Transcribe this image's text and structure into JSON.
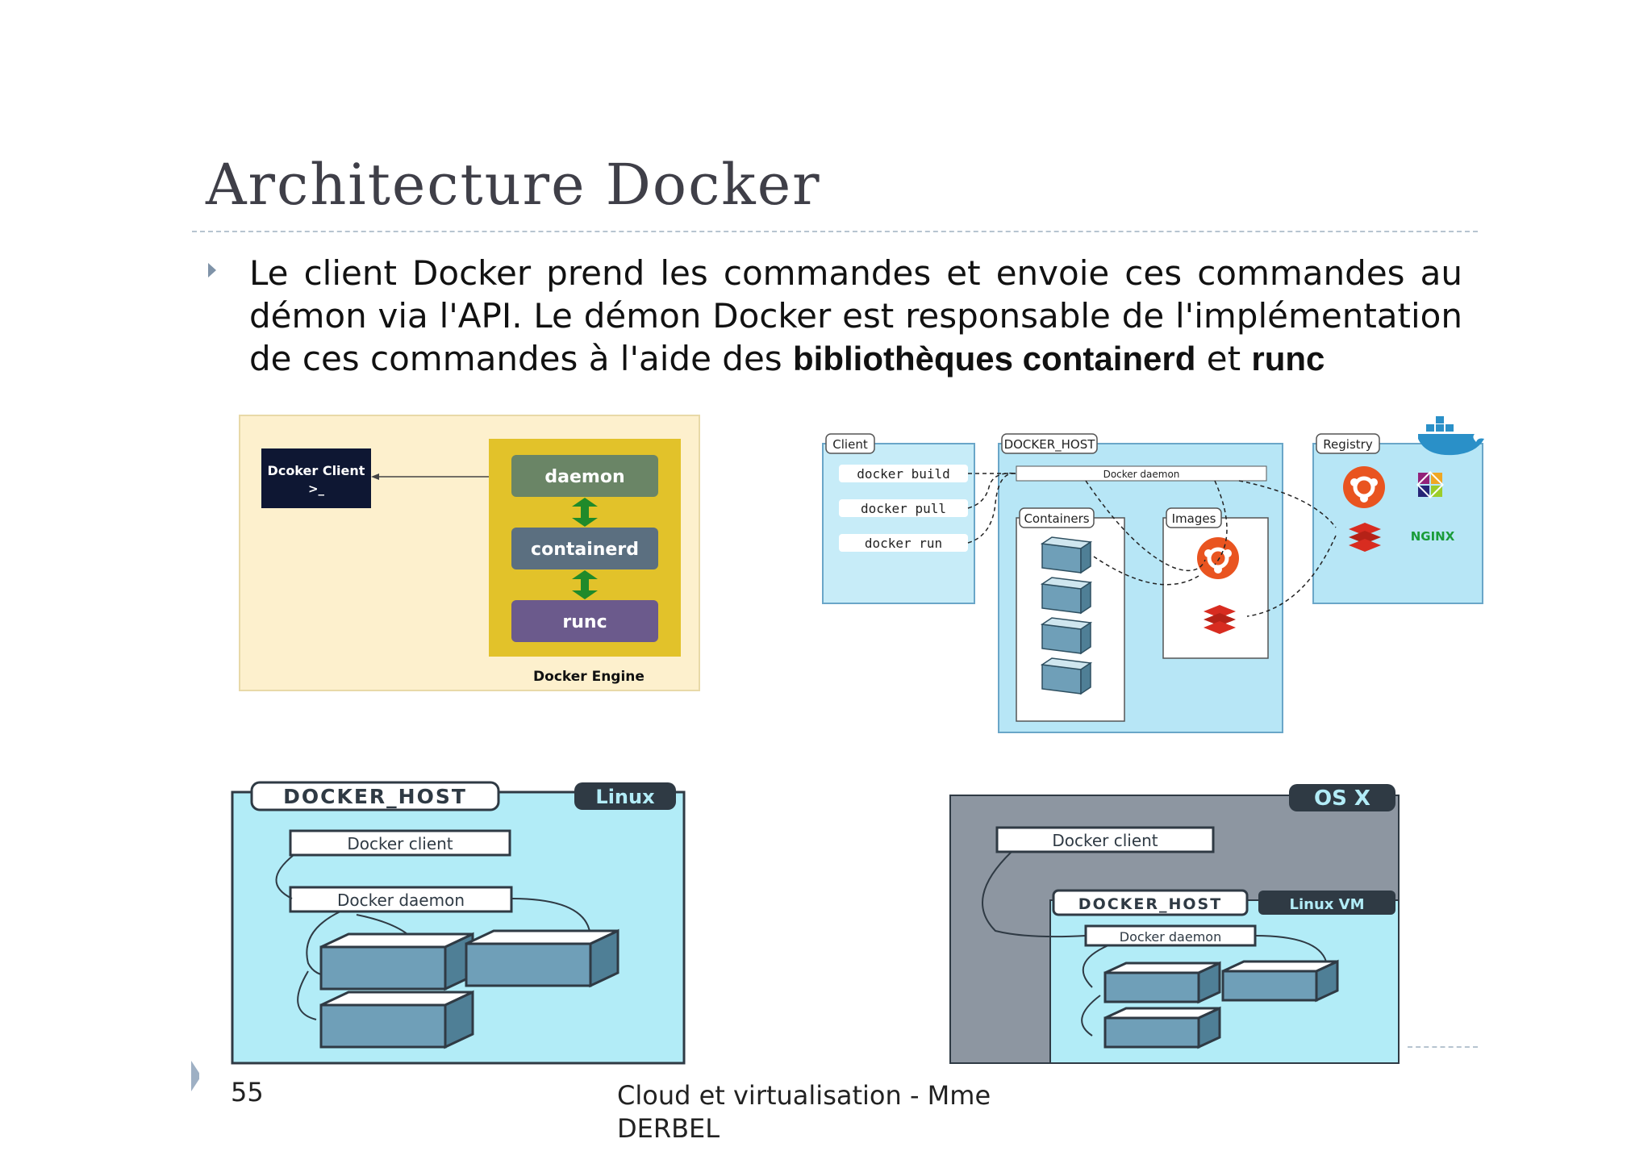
{
  "slide": {
    "title": "Architecture Docker",
    "bullet": {
      "text_1": "Le client Docker prend les commandes et envoie ces commandes au démon via l'API. Le démon Docker est responsable de l'implémentation de ces commandes à l'aide des ",
      "bold_1": "bibliothèques containerd",
      "text_2": " et ",
      "bold_2": "runc"
    },
    "page_number": "55",
    "footer": "Cloud et virtualisation - Mme DERBEL"
  },
  "engine_diagram": {
    "client_label": "Dcoker Client",
    "prompt": ">_",
    "daemon": "daemon",
    "containerd": "containerd",
    "runc": "runc",
    "engine_label": "Docker Engine"
  },
  "architecture_diagram": {
    "client_title": "Client",
    "commands": [
      "docker build",
      "docker pull",
      "docker run"
    ],
    "host_title": "DOCKER_HOST",
    "daemon_label": "Docker daemon",
    "containers_title": "Containers",
    "images_title": "Images",
    "registry_title": "Registry",
    "nginx": "NGINX"
  },
  "linux_diagram": {
    "host_title": "DOCKER_HOST",
    "os_badge": "Linux",
    "client": "Docker client",
    "daemon": "Docker daemon"
  },
  "osx_diagram": {
    "os_badge": "OS X",
    "client": "Docker client",
    "host_title": "DOCKER_HOST",
    "vm_badge": "Linux VM",
    "daemon": "Docker daemon"
  },
  "colors": {
    "light_blue": "#b2ecf7",
    "engine_bg": "#fdf0cd",
    "engine_box": "#e2c22a",
    "daemon_box": "#6a8566",
    "containerd_box": "#5b6f80",
    "runc_box": "#6b5a8c",
    "osx_gray": "#8d96a1",
    "ubuntu": "#e95420",
    "redis": "#d82c20"
  }
}
